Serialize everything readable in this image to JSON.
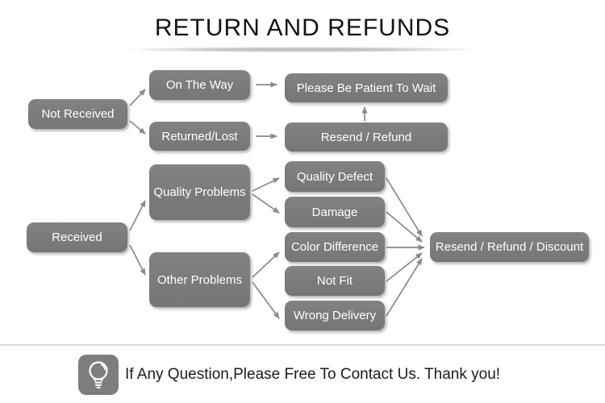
{
  "title": "RETURN AND REFUNDS",
  "nodes": {
    "not_received": "Not Received",
    "on_the_way": "On The Way",
    "returned_lost": "Returned/Lost",
    "please_wait": "Please Be Patient To Wait",
    "resend_refund": "Resend / Refund",
    "received": "Received",
    "quality_problems": "Quality Problems",
    "other_problems": "Other Problems",
    "quality_defect": "Quality Defect",
    "damage": "Damage",
    "color_difference": "Color Difference",
    "not_fit": "Not Fit",
    "wrong_delivery": "Wrong Delivery",
    "resend_refund_discount": "Resend / Refund / Discount"
  },
  "edges": [
    {
      "from": "Not Received",
      "to": "On The Way"
    },
    {
      "from": "Not Received",
      "to": "Returned/Lost"
    },
    {
      "from": "On The Way",
      "to": "Please Be Patient To Wait"
    },
    {
      "from": "Returned/Lost",
      "to": "Resend / Refund"
    },
    {
      "from": "Resend / Refund",
      "to": "Please Be Patient To Wait"
    },
    {
      "from": "Received",
      "to": "Quality Problems"
    },
    {
      "from": "Received",
      "to": "Other Problems"
    },
    {
      "from": "Quality Problems",
      "to": "Quality Defect"
    },
    {
      "from": "Quality Problems",
      "to": "Damage"
    },
    {
      "from": "Other Problems",
      "to": "Color Difference"
    },
    {
      "from": "Other Problems",
      "to": "Wrong Delivery"
    },
    {
      "from": "Quality Defect",
      "to": "Resend / Refund / Discount"
    },
    {
      "from": "Damage",
      "to": "Resend / Refund / Discount"
    },
    {
      "from": "Color Difference",
      "to": "Resend / Refund / Discount"
    },
    {
      "from": "Not Fit",
      "to": "Resend / Refund / Discount"
    },
    {
      "from": "Wrong Delivery",
      "to": "Resend / Refund / Discount"
    }
  ],
  "footer": {
    "message": "If Any Question,Please Free To Contact Us. Thank you!",
    "icon": "light-bulb-icon"
  },
  "colors": {
    "box_fill": "#7d7d7d",
    "box_text": "#ffffff",
    "arrow": "#8a8a8a",
    "title_text": "#141414",
    "divider": "#c6c6c6",
    "footer_line": "#dadada"
  }
}
